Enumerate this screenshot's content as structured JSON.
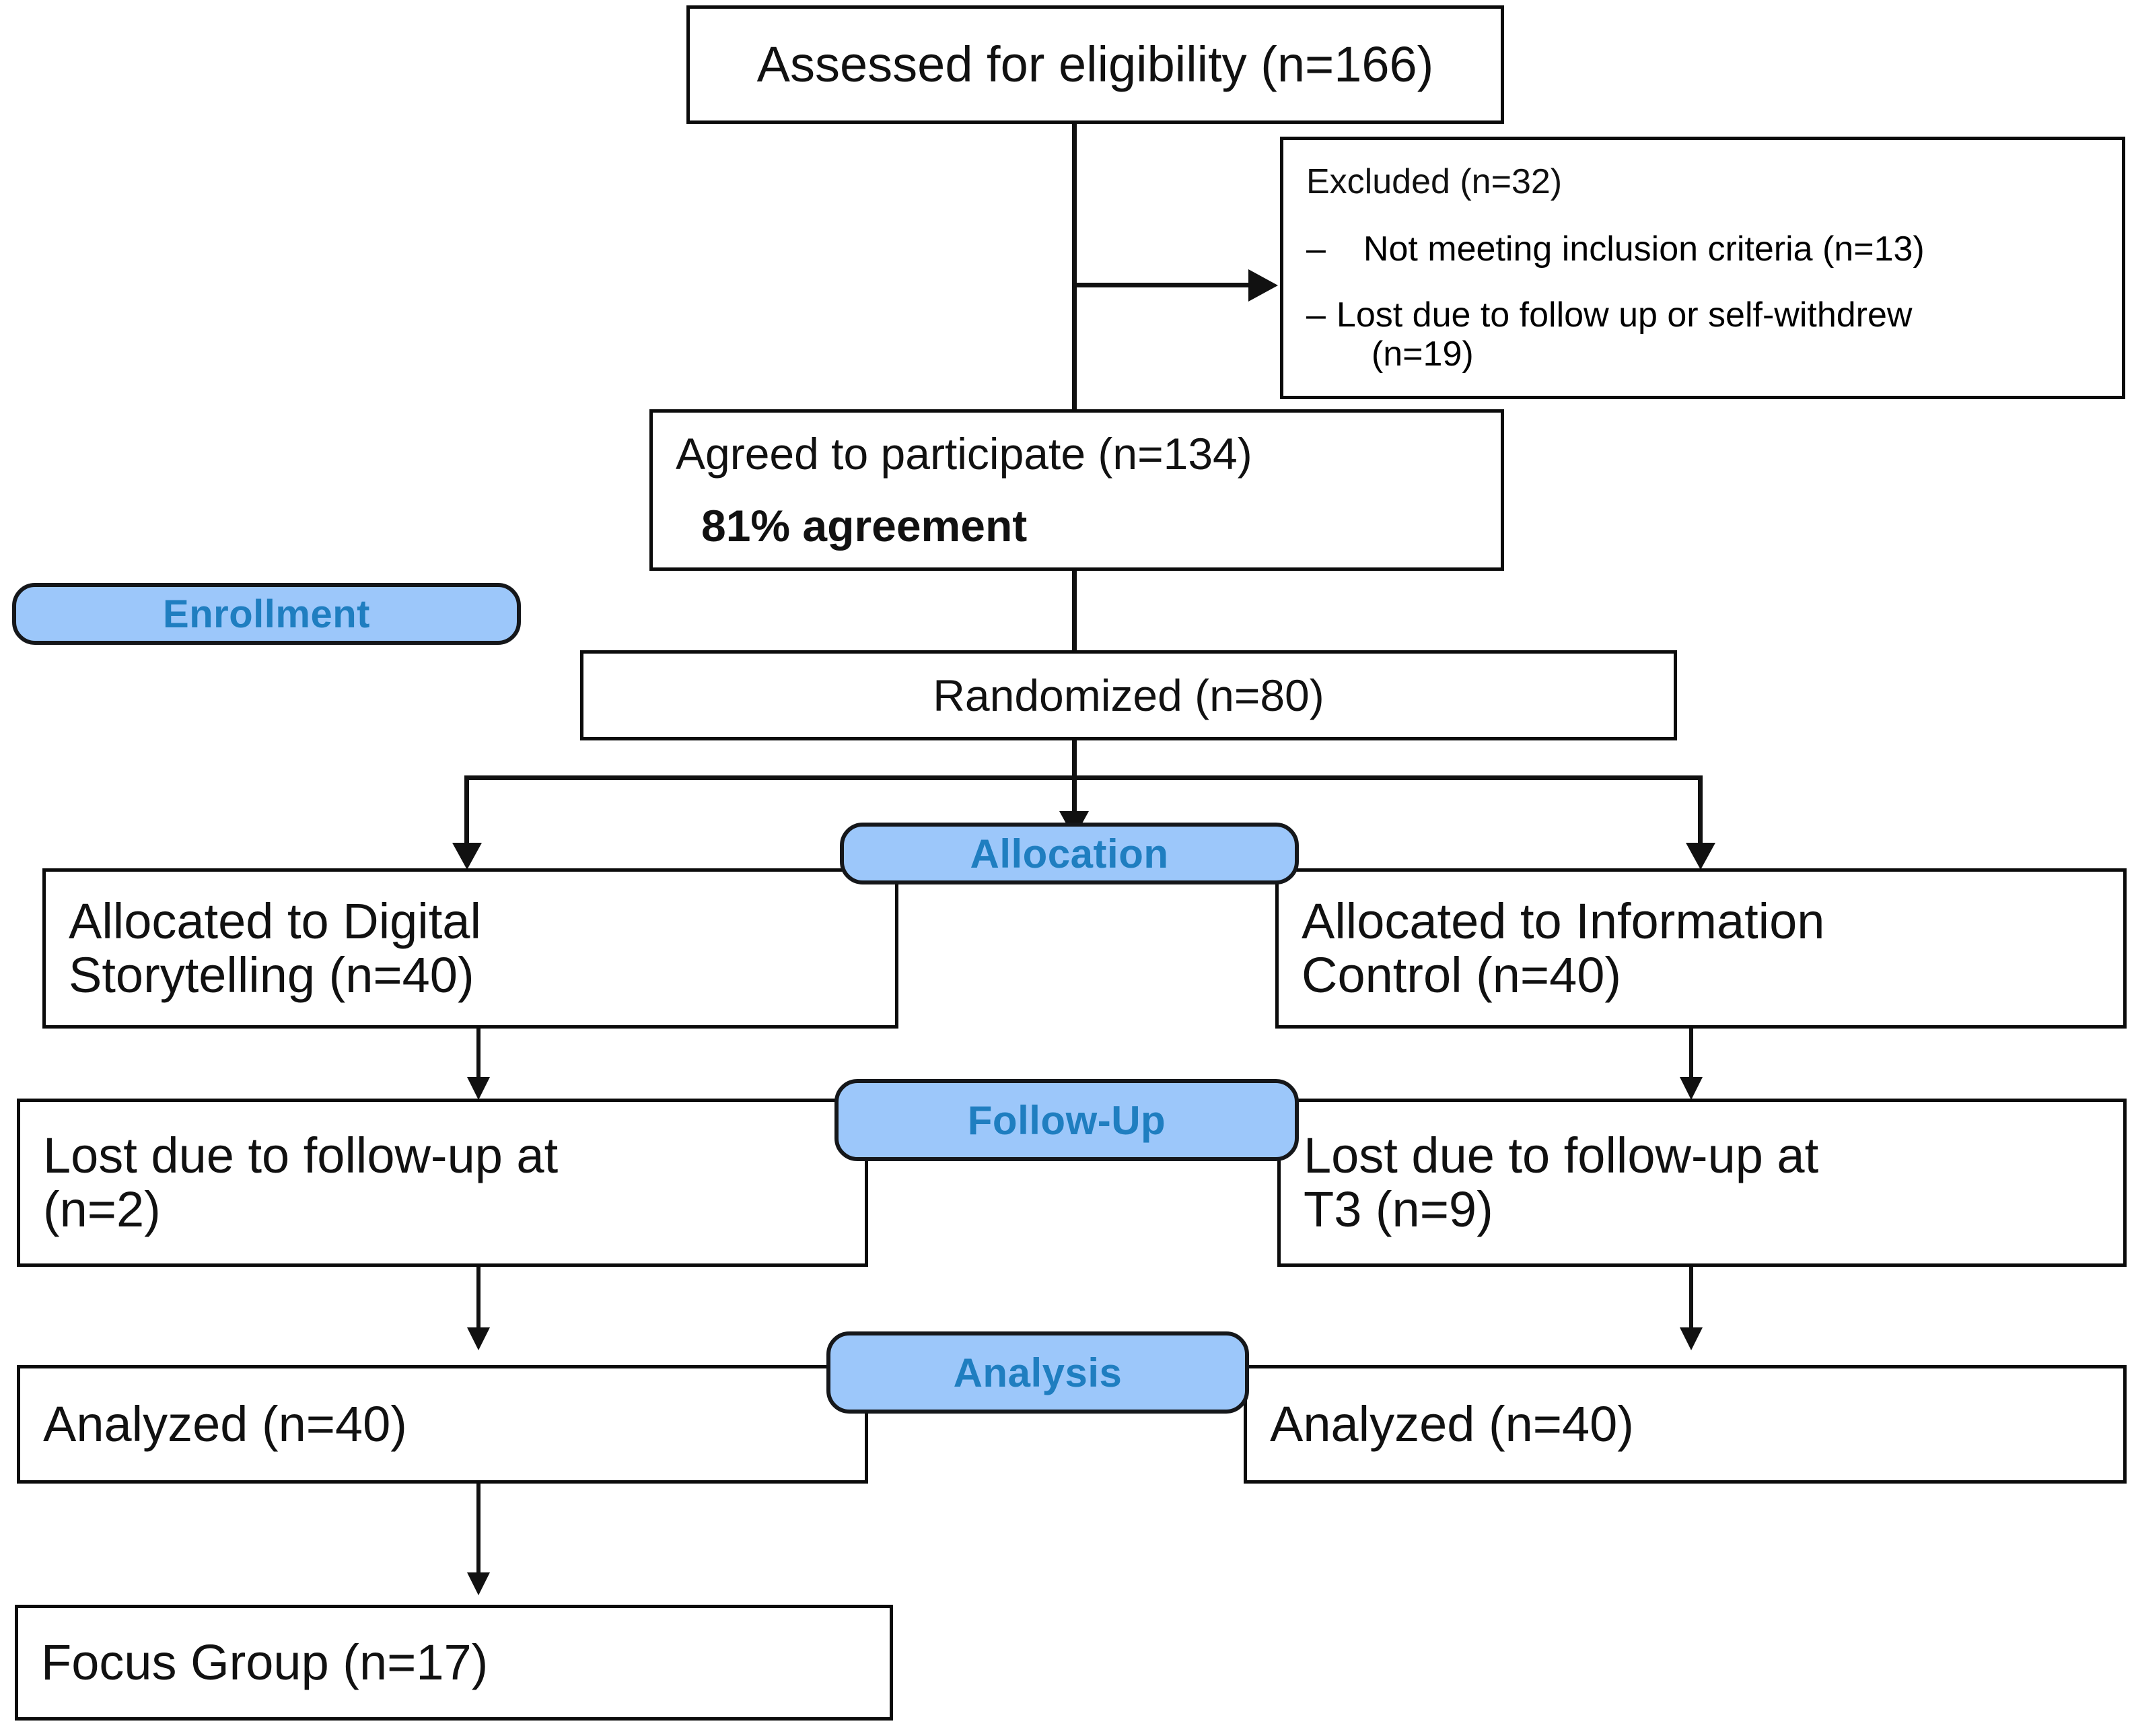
{
  "diagram": {
    "type": "consort-flow-diagram",
    "colors": {
      "badge_fill": "#9CC7FA",
      "badge_text": "#1F7EC0",
      "badge_border": "#15171A",
      "box_border": "#0B0B0B",
      "box_fill": "#FFFFFF",
      "text": "#111111"
    }
  },
  "boxes": {
    "assessed": {
      "text": "Assessed for eligibility (n=166)"
    },
    "excluded": {
      "title": "Excluded (n=32)",
      "items": [
        {
          "mark": "–",
          "text": "Not meeting inclusion criteria (n=13)"
        },
        {
          "mark": "–",
          "text": "Lost due to follow up or self-withdrew",
          "text2": "(n=19)"
        }
      ]
    },
    "agreed": {
      "line1": "Agreed to participate (n=134)",
      "line2": "81% agreement"
    },
    "randomized": {
      "text": "Randomized (n=80)"
    },
    "alloc_left": {
      "line1": "Allocated to Digital",
      "line2": "Storytelling (n=40)"
    },
    "alloc_right": {
      "line1": "Allocated to Information",
      "line2": "Control (n=40)"
    },
    "followup_left": {
      "line1": "Lost due to follow-up at",
      "line2": "(n=2)"
    },
    "followup_right": {
      "line1": "Lost due to follow-up at",
      "line2": "T3 (n=9)"
    },
    "analyzed_left": {
      "text": "Analyzed (n=40)"
    },
    "analyzed_right": {
      "text": "Analyzed (n=40)"
    },
    "focus_group": {
      "text": "Focus Group (n=17)"
    }
  },
  "badges": {
    "enrollment": "Enrollment",
    "allocation": "Allocation",
    "followup": "Follow-Up",
    "analysis": "Analysis"
  }
}
